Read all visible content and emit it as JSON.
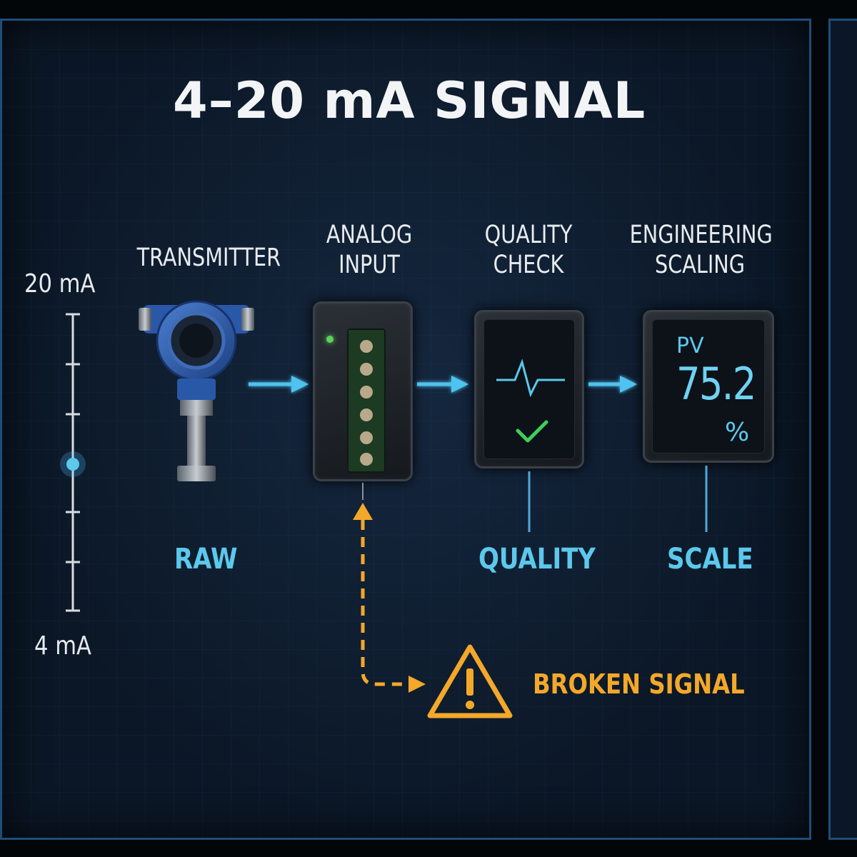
{
  "title": "4–20 mA SIGNAL",
  "scale": {
    "top_label": "20 mA",
    "bottom_label": "4 mA"
  },
  "stages": {
    "transmitter": "TRANSMITTER",
    "analog_input": [
      "ANALOG",
      "INPUT"
    ],
    "quality_check": [
      "QUALITY",
      "CHECK"
    ],
    "engineering_scaling": [
      "ENGINEERING",
      "SCALING"
    ]
  },
  "display": {
    "pv_label": "PV",
    "pv_value": "75.2",
    "pv_unit": "%"
  },
  "bottom_labels": {
    "raw": "RAW",
    "quality": "QUALITY",
    "scale": "SCALE"
  },
  "warning": {
    "text": "BROKEN SIGNAL",
    "icon": "warning-triangle-icon"
  },
  "colors": {
    "accent_cyan": "#5cc8ec",
    "warning_amber": "#f3a82a",
    "ok_green": "#3fcf5a",
    "frame_blue": "#1f4d78"
  }
}
